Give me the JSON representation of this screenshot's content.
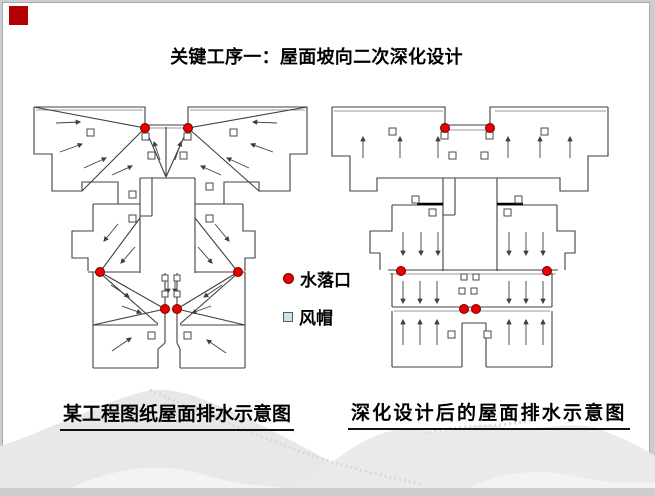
{
  "slide": {
    "title": "关键工序一：屋面坡向二次深化设计"
  },
  "legend": {
    "items": [
      {
        "symbol": "water-outlet-dot",
        "label": "水落口"
      },
      {
        "symbol": "wind-cap-square",
        "label": "风帽"
      }
    ]
  },
  "diagrams": {
    "left": {
      "caption": "某工程图纸屋面排水示意图"
    },
    "right": {
      "caption": "深化设计后的屋面排水示意图"
    }
  },
  "colors": {
    "red_dot": "#e60000",
    "red_dot_edge": "#7a0000",
    "line_dark": "#3f3f3f",
    "line_gray": "#9a9a9a",
    "legend_cap_fill": "#cfe3ee",
    "corner_accent": "#b30000",
    "underline": "#111111",
    "watermark": "#e8e8e8"
  }
}
